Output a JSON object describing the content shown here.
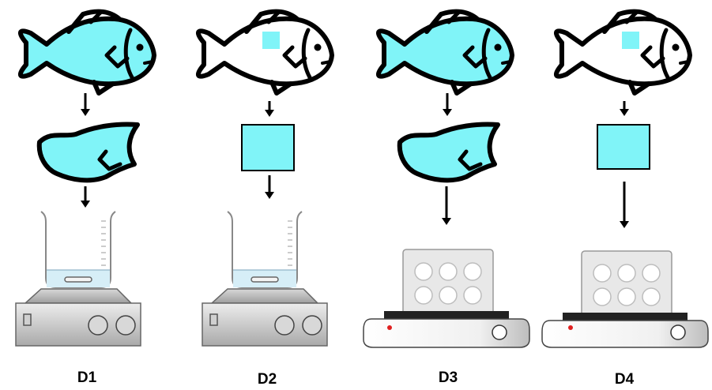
{
  "colors": {
    "tissue": "#80F4F8",
    "outline": "#000000",
    "device_light": "#E2E2E2",
    "device_dark": "#A6A6A6",
    "beaker_liquid": "#D6EEF7",
    "indicator": "#E02020"
  },
  "columns": [
    {
      "label": "D1",
      "sample": "whole-fillet",
      "device": "stirrer-beaker"
    },
    {
      "label": "D2",
      "sample": "cube",
      "device": "stirrer-beaker"
    },
    {
      "label": "D3",
      "sample": "whole-fillet",
      "device": "plate-shaker"
    },
    {
      "label": "D4",
      "sample": "cube",
      "device": "plate-shaker"
    }
  ]
}
